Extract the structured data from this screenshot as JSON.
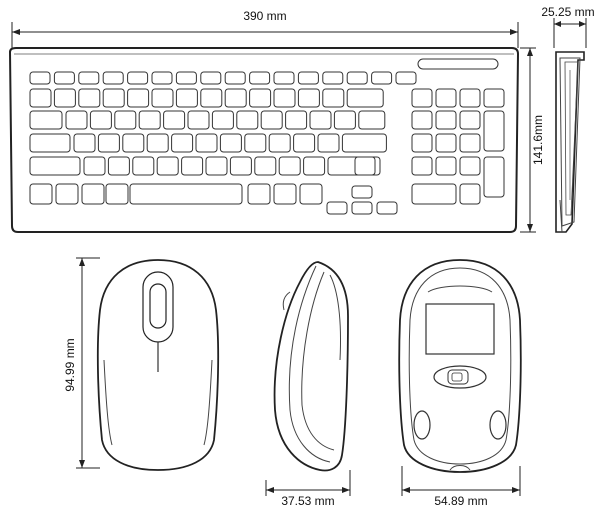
{
  "dimensions": {
    "keyboard_width": "390 mm",
    "keyboard_depth": "25.25 mm",
    "keyboard_height": "141.6mm",
    "mouse_length": "94.99 mm",
    "mouse_height": "37.53 mm",
    "mouse_width": "54.89 mm"
  }
}
